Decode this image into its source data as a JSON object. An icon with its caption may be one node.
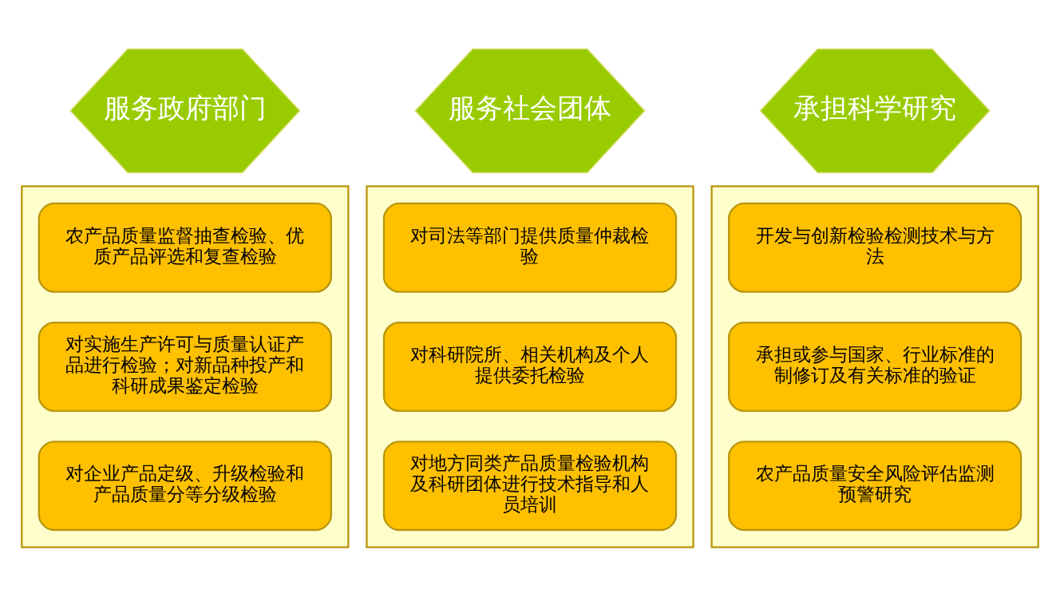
{
  "diagram": {
    "nodes": [
      {
        "text": [
          "服务政府部门"
        ]
      },
      {
        "text": [],
        "shape": "box"
      },
      {
        "text": [
          "农产品质量监督抽查检验、优质产品评选和复查检验"
        ],
        "in": 1
      },
      {
        "text": [
          "对实施生产许可与质量认证产品进行检验；对新品种投产和科研成果鉴定检验"
        ],
        "in": 1
      },
      {
        "text": [
          "对企业产品定级、升级检验和产品质量分等分级检验"
        ],
        "in": 1
      },
      {
        "text": [
          "服务社会团体"
        ]
      },
      {
        "text": [],
        "shape": "box"
      },
      {
        "text": [
          "对司法等部门提供质量仲裁检验"
        ],
        "in": 6
      },
      {
        "text": [
          "对科研院所、相关机构及个人提供委托检验"
        ],
        "in": 6
      },
      {
        "text": [
          "对地方同类产品质量检验机构及科研团体进行技术指导和人员培训"
        ],
        "in": 6
      },
      {
        "text": [
          "承担科学研究"
        ]
      },
      {
        "text": [],
        "shape": "box"
      },
      {
        "text": [
          "开发与创新检验检测技术与方法"
        ],
        "in": 11
      },
      {
        "text": [
          "承担或参与国家、行业标准的制修订及有关标准的验证"
        ],
        "in": 11
      },
      {
        "text": [
          "农产品质量安全风险评估监测预警研究"
        ],
        "in": 11
      }
    ]
  }
}
